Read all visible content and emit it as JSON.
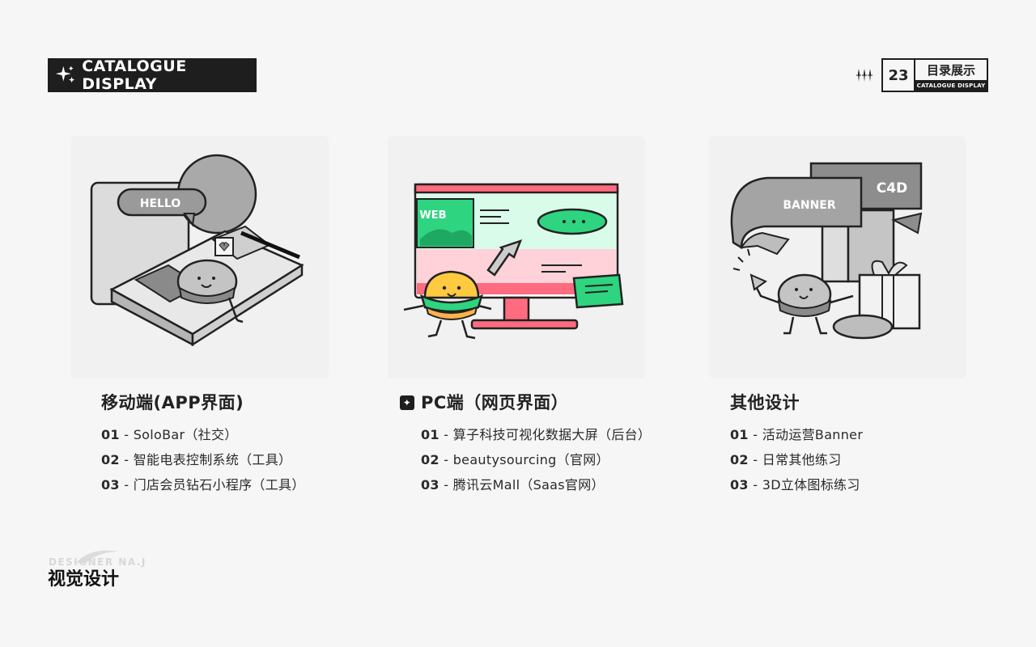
{
  "header": {
    "tag_label": "CATALOGUE DISPLAY",
    "page_number": "23",
    "badge_title": "目录展示",
    "badge_subtitle": "CATALOGUE DISPLAY"
  },
  "illustrations": [
    {
      "texts": [
        "HELLO"
      ]
    },
    {
      "texts": [
        "WEB"
      ]
    },
    {
      "texts": [
        "BANNER",
        "C4D"
      ]
    }
  ],
  "sections": [
    {
      "title": "移动端(APP界面)",
      "items": [
        {
          "num": "01",
          "text": " - SoloBar（社交）"
        },
        {
          "num": "02",
          "text": " - 智能电表控制系统（工具）"
        },
        {
          "num": "03",
          "text": " - 门店会员钻石小程序（工具）"
        }
      ]
    },
    {
      "title": "PC端（网页界面）",
      "items": [
        {
          "num": "01",
          "text": " - 算子科技可视化数据大屏（后台）"
        },
        {
          "num": "02",
          "text": " - beautysourcing（官网）"
        },
        {
          "num": "03",
          "text": " - 腾讯云Mall（Saas官网）"
        }
      ]
    },
    {
      "title": "其他设计",
      "items": [
        {
          "num": "01",
          "text": " - 活动运营Banner"
        },
        {
          "num": "02",
          "text": " - 日常其他练习"
        },
        {
          "num": "03",
          "text": " - 3D立体图标练习"
        }
      ]
    }
  ],
  "footer": {
    "watermark": "DESIGNER NA.J",
    "label": "视觉设计"
  },
  "colors": {
    "dark": "#1e1e1e",
    "accent_green": "#2ed47f",
    "accent_pink": "#ff6b7f",
    "accent_yellow": "#ffc940"
  }
}
